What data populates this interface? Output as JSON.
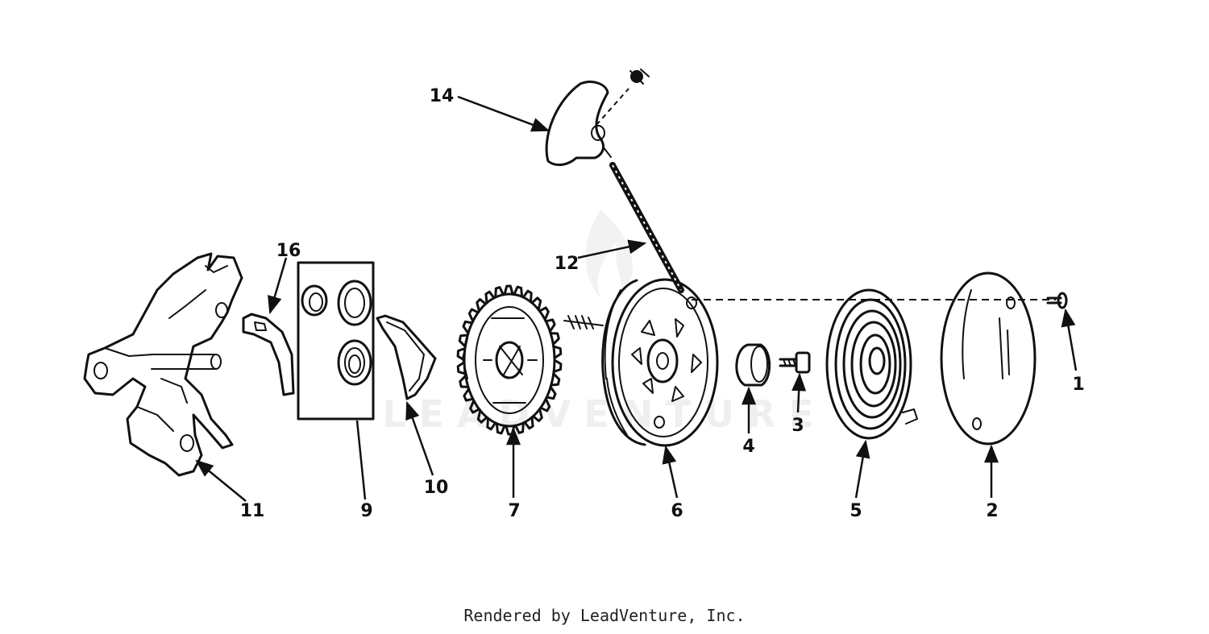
{
  "diagram": {
    "watermark": "LEADVENTURE",
    "footer": "Rendered by LeadVenture, Inc.",
    "callouts": [
      {
        "id": "1",
        "label": "1"
      },
      {
        "id": "2",
        "label": "2"
      },
      {
        "id": "3",
        "label": "3"
      },
      {
        "id": "4",
        "label": "4"
      },
      {
        "id": "5",
        "label": "5"
      },
      {
        "id": "6",
        "label": "6"
      },
      {
        "id": "7",
        "label": "7"
      },
      {
        "id": "9",
        "label": "9"
      },
      {
        "id": "10",
        "label": "10"
      },
      {
        "id": "11",
        "label": "11"
      },
      {
        "id": "12",
        "label": "12"
      },
      {
        "id": "14",
        "label": "14"
      },
      {
        "id": "16",
        "label": "16"
      }
    ]
  }
}
